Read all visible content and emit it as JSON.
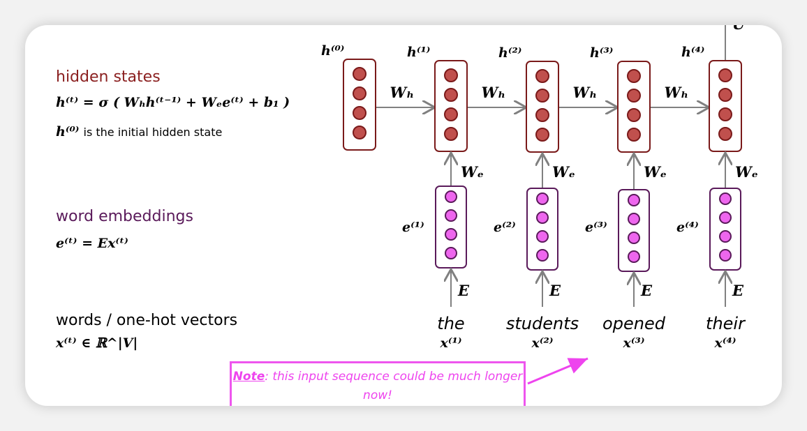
{
  "left_panel": {
    "hidden_title": "hidden states",
    "hidden_title_color": "#8b2020",
    "hidden_eq": "h⁽ᵗ⁾ = σ ( Wₕh⁽ᵗ⁻¹⁾ + Wₑe⁽ᵗ⁾ + b₁ )",
    "h0_symbol": "h⁽⁰⁾",
    "h0_text": "is the initial hidden state",
    "embed_title": "word embeddings",
    "embed_title_color": "#5a1a5a",
    "embed_eq": "e⁽ᵗ⁾ = Ex⁽ᵗ⁾",
    "words_title": "words / one-hot vectors",
    "words_eq": "x⁽ᵗ⁾ ∈ ℝ^|V|"
  },
  "diagram": {
    "hidden_labels": [
      "h⁽⁰⁾",
      "h⁽¹⁾",
      "h⁽²⁾",
      "h⁽³⁾",
      "h⁽⁴⁾"
    ],
    "wh_label": "Wₕ",
    "we_label": "Wₑ",
    "e_matrix_label": "E",
    "embed_labels": [
      "e⁽¹⁾",
      "e⁽²⁾",
      "e⁽³⁾",
      "e⁽⁴⁾"
    ],
    "words": [
      "the",
      "students",
      "opened",
      "their"
    ],
    "x_labels": [
      "x⁽¹⁾",
      "x⁽²⁾",
      "x⁽³⁾",
      "x⁽⁴⁾"
    ],
    "output_label": "U",
    "hidden_color": "#c0504d",
    "hidden_border": "#7a1a1a",
    "embed_color": "#ee66ee",
    "embed_border": "#5a1a5a",
    "arrow_color": "#808080"
  },
  "note": {
    "bold": "Note",
    "text": ": this input sequence could be much longer now!",
    "color": "#ee44ee"
  }
}
